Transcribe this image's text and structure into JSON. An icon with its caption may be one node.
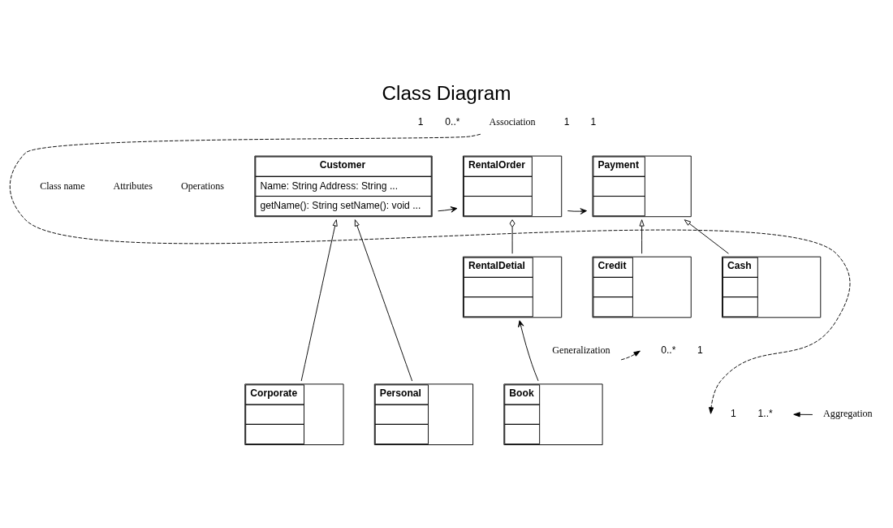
{
  "diagram": {
    "title": "Class Diagram",
    "nodes": [
      {
        "text": [
          "Customer",
          "Name: String Address: String ...",
          "getName(): String setName(): void ..."
        ]
      },
      {
        "text": [
          "RentalOrder"
        ]
      },
      {
        "text": [
          "Payment"
        ]
      },
      {
        "text": [
          "RentalDetial"
        ]
      },
      {
        "text": [
          "Credit"
        ]
      },
      {
        "text": [
          "Cash"
        ]
      },
      {
        "text": [
          "Corporate"
        ]
      },
      {
        "text": [
          "Personal"
        ]
      },
      {
        "text": [
          "Book"
        ]
      },
      {
        "text": [
          "Association"
        ]
      },
      {
        "text": [
          "Aggregation"
        ]
      },
      {
        "text": [
          "Generalization"
        ]
      }
    ],
    "edges": [
      {
        "from": 0,
        "to": 1,
        "arrow": "to"
      },
      {
        "from": 1,
        "to": 2,
        "arrow": "to"
      },
      {
        "from": 3,
        "to": 1,
        "arrow": "other"
      },
      {
        "from": 8,
        "to": 3,
        "arrow": "to"
      },
      {
        "from": 6,
        "to": 0,
        "arrow": "to"
      },
      {
        "from": 7,
        "to": 0,
        "arrow": "to"
      },
      {
        "from": 4,
        "to": 2,
        "arrow": "to"
      },
      {
        "from": 5,
        "to": 2,
        "arrow": "to"
      },
      {
        "from": 11,
        "to": null,
        "arrow": "to",
        "style": "dashed"
      },
      {
        "from": 9,
        "to": null,
        "arrow": "to",
        "style": "dashed"
      },
      {
        "from": 10,
        "to": null,
        "arrow": "to"
      }
    ],
    "labels": [
      "Class name",
      "Attributes",
      "Operations",
      "1",
      "0..*",
      "1",
      "1",
      "1",
      "1..*",
      "0..*",
      "1"
    ]
  }
}
